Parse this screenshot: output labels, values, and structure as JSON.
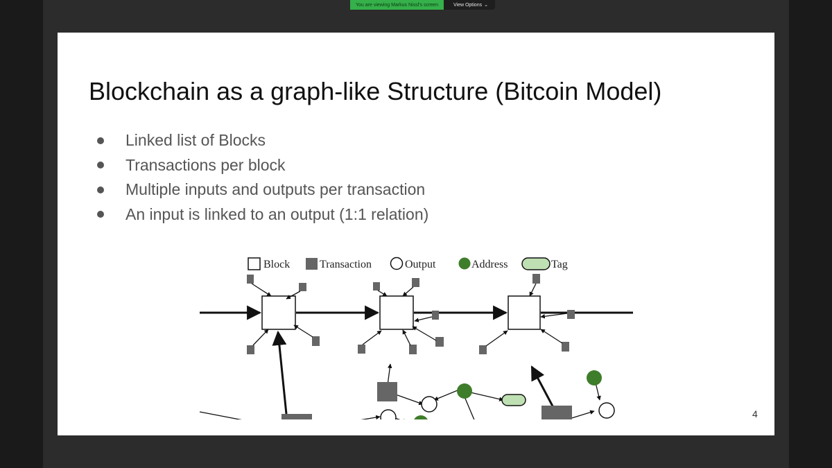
{
  "share": {
    "status": "You are viewing Markus Nissl's screen",
    "view_options": "View Options",
    "view_options_chevron": "⌄"
  },
  "slide": {
    "title": "Blockchain as a graph-like Structure (Bitcoin Model)",
    "bullets": [
      "Linked list of Blocks",
      "Transactions per block",
      "Multiple inputs and outputs per transaction",
      "An input is linked to an output (1:1 relation)"
    ],
    "page_number": "4"
  },
  "legend": {
    "block": "Block",
    "transaction": "Transaction",
    "output": "Output",
    "address": "Address",
    "tag": "Tag"
  },
  "colors": {
    "share_green": "#35b04a",
    "transaction_gray": "#666666",
    "address_green": "#3e7d2a",
    "tag_fill": "#bfe0b2"
  }
}
